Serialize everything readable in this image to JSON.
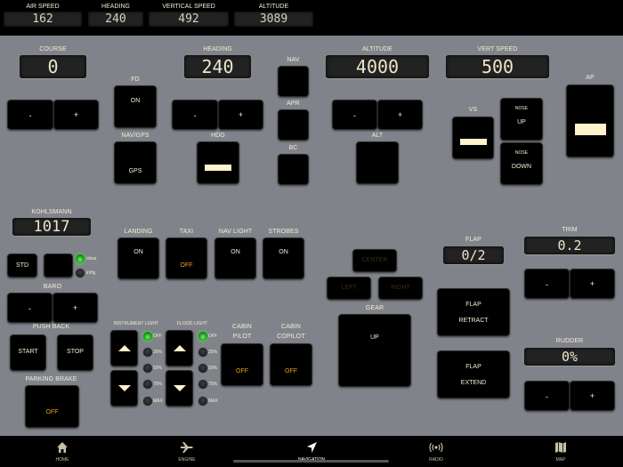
{
  "top_readouts": [
    {
      "label": "AIR SPEED",
      "value": "162"
    },
    {
      "label": "HEADING",
      "value": "240"
    },
    {
      "label": "VERTICAL SPEED",
      "value": "492"
    },
    {
      "label": "ALTITUDE",
      "value": "3089"
    }
  ],
  "autopilot": {
    "course": {
      "label": "COURSE",
      "value": "0",
      "minus": "-",
      "plus": "+"
    },
    "fd": {
      "label": "FD",
      "state": "ON"
    },
    "nav_gps": {
      "label": "NAV/GPS",
      "state": "GPS"
    },
    "heading": {
      "label": "HEADING",
      "value": "240",
      "minus": "-",
      "plus": "+"
    },
    "hdg": {
      "label": "HDG"
    },
    "nav": {
      "label": "NAV"
    },
    "apr": {
      "label": "APR"
    },
    "bc": {
      "label": "BC"
    },
    "altitude": {
      "label": "ALTITUDE",
      "value": "4000",
      "minus": "-",
      "plus": "+"
    },
    "alt": {
      "label": "ALT"
    },
    "vert_speed": {
      "label": "VERT SPEED",
      "value": "500"
    },
    "vs": {
      "label": "VS"
    },
    "nose_up": {
      "small": "NOSE",
      "label": "UP"
    },
    "nose_down": {
      "small": "NOSE",
      "label": "DOWN"
    },
    "ap": {
      "label": "AP"
    }
  },
  "baro": {
    "kohlsmann_label": "KOHLSMANN",
    "kohlsmann_value": "1017",
    "std_label": "STD",
    "unit_mbar": "mbar",
    "unit_inhg": "inHg",
    "label": "BARO",
    "minus": "-",
    "plus": "+"
  },
  "lights": {
    "landing": {
      "label": "LANDING",
      "state": "ON"
    },
    "taxi": {
      "label": "TAXI",
      "state": "OFF"
    },
    "nav_light": {
      "label": "NAV LIGHT",
      "state": "ON"
    },
    "strobes": {
      "label": "STROBES",
      "state": "ON"
    }
  },
  "push_back": {
    "label": "PUSH BACK",
    "start": "START",
    "stop": "STOP"
  },
  "parking_brake": {
    "label": "PARKING BRAKE",
    "state": "OFF"
  },
  "instrument_light": {
    "label": "INSTRUMENT LIGHT",
    "levels": [
      "OFF",
      "25%",
      "50%",
      "75%",
      "MAX"
    ],
    "active": "OFF"
  },
  "flood_light": {
    "label": "FLOOD LIGHT",
    "levels": [
      "OFF",
      "25%",
      "50%",
      "75%",
      "MAX"
    ],
    "active": "OFF"
  },
  "cabin": {
    "pilot": {
      "label1": "CABIN",
      "label2": "PILOT",
      "state": "OFF"
    },
    "copilot": {
      "label1": "CABIN",
      "label2": "COPILOT",
      "state": "OFF"
    }
  },
  "gear": {
    "center": "CENTER",
    "left": "LEFT",
    "right": "RIGHT",
    "label": "GEAR",
    "state": "UP"
  },
  "flap": {
    "label": "FLAP",
    "value": "0/2",
    "retract_top": "FLAP",
    "retract_bottom": "RETRACT",
    "extend_top": "FLAP",
    "extend_bottom": "EXTEND"
  },
  "trim": {
    "label": "TRIM",
    "value": "0.2",
    "minus": "-",
    "plus": "+"
  },
  "rudder": {
    "label": "RUDDER",
    "value": "0%",
    "minus": "-",
    "plus": "+"
  },
  "tabs": [
    {
      "label": "HOME",
      "icon": "home-icon"
    },
    {
      "label": "ENGINE",
      "icon": "airplane-icon"
    },
    {
      "label": "NAVIGATION",
      "icon": "navigation-arrow-icon",
      "active": true
    },
    {
      "label": "RADIO",
      "icon": "radio-waves-icon"
    },
    {
      "label": "MAP",
      "icon": "map-icon"
    }
  ],
  "colors": {
    "panel": "#80848a",
    "button": "#000000",
    "text": "#f3ecd2",
    "off_amber": "#e8a51a",
    "led_green": "#3cff3a",
    "indicator_bar": "#fdf3cc"
  }
}
